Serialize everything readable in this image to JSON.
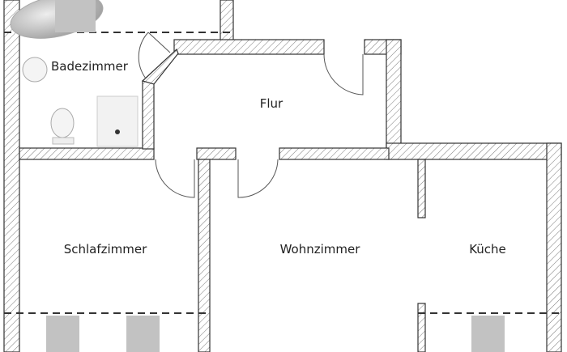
{
  "floorplan": {
    "rooms": {
      "bathroom": "Badezimmer",
      "hallway": "Flur",
      "bedroom": "Schlafzimmer",
      "living_room": "Wohnzimmer",
      "kitchen": "Küche"
    },
    "colors": {
      "wall_stroke": "#333333",
      "furniture_gray": "#c2c2c2"
    }
  }
}
